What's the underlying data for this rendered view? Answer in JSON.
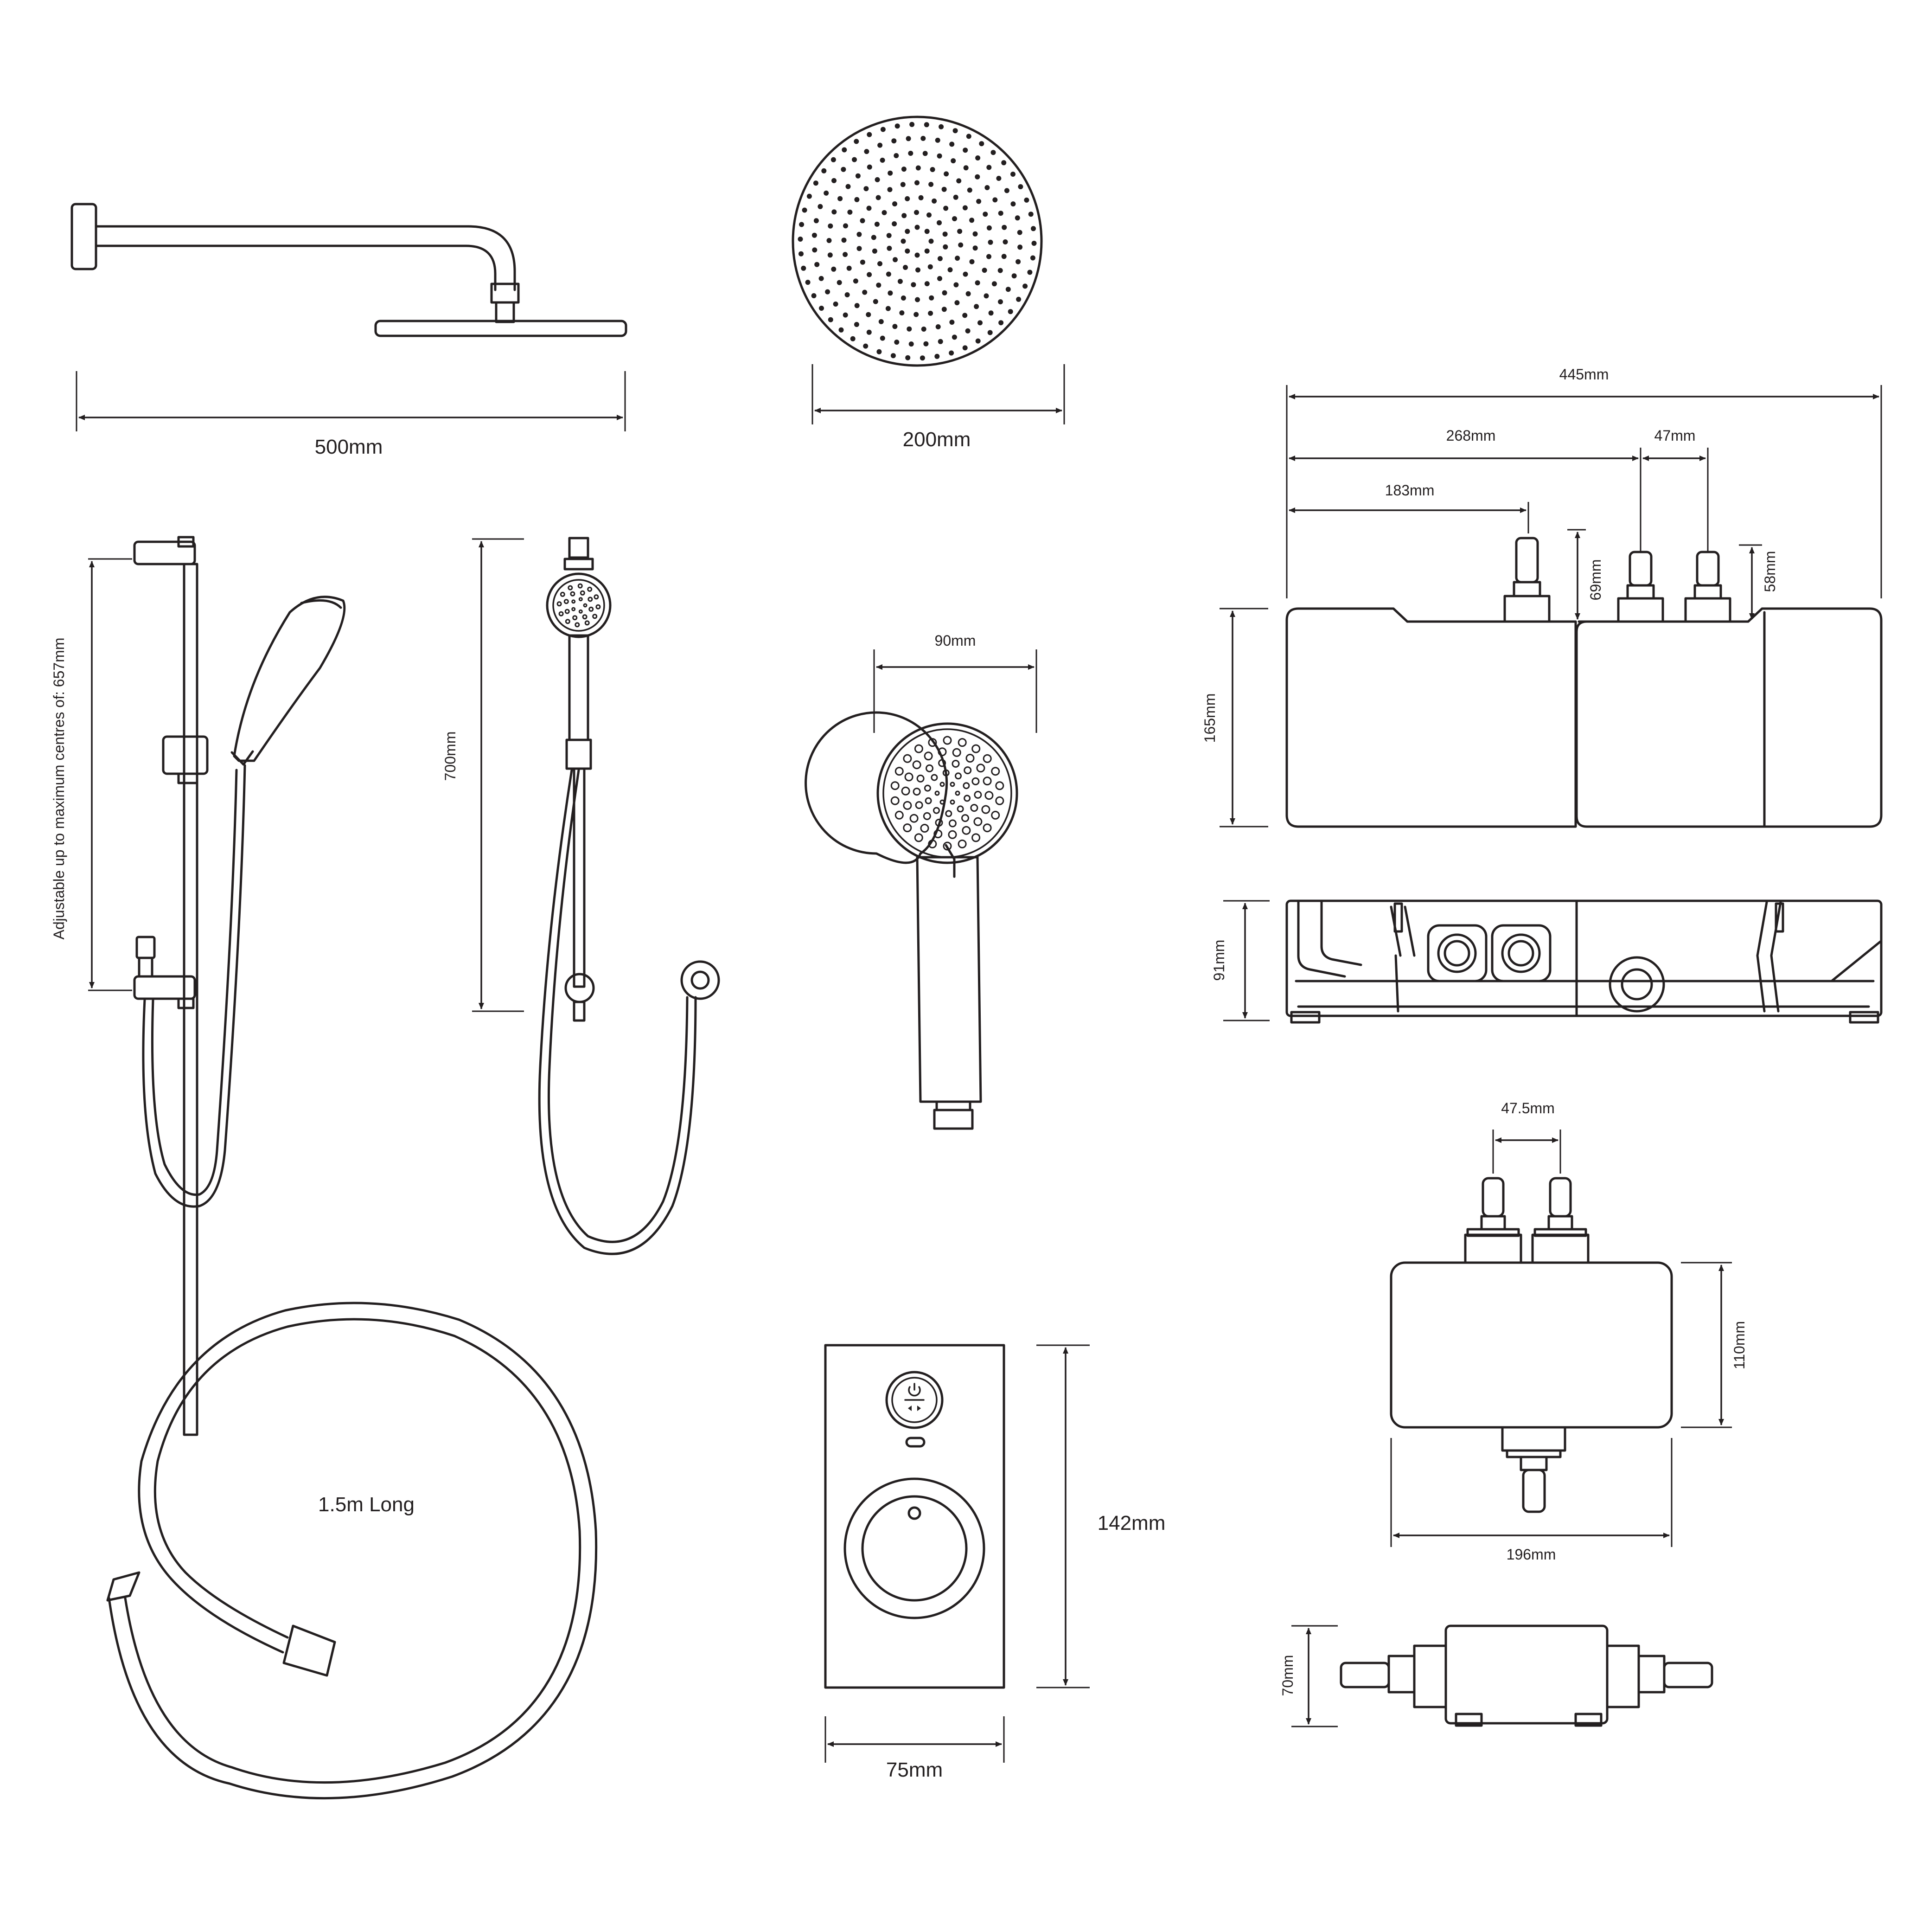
{
  "dimensions": {
    "overhead_arm_length": "500mm",
    "shower_head_diameter": "200mm",
    "valve_width": "445mm",
    "valve_outlet_1_offset": "268mm",
    "valve_outlet_spacing": "47mm",
    "valve_inlet_offset": "183mm",
    "valve_inlet_height": "69mm",
    "valve_outlet_height": "58mm",
    "valve_height": "165mm",
    "valve_depth": "91mm",
    "rail_adjustable": "Adjustable up to maximum centres of: 657mm",
    "kit_height": "700mm",
    "handset_width": "90mm",
    "hose_length": "1.5m Long",
    "control_width": "75mm",
    "control_height": "142mm",
    "pump_connector_spacing": "47.5mm",
    "pump_height": "110mm",
    "pump_width": "196mm",
    "pump_depth": "70mm"
  },
  "colors": {
    "line": "#231f20",
    "background": "#ffffff"
  },
  "icons": [
    "power-icon",
    "arrows-icon"
  ]
}
